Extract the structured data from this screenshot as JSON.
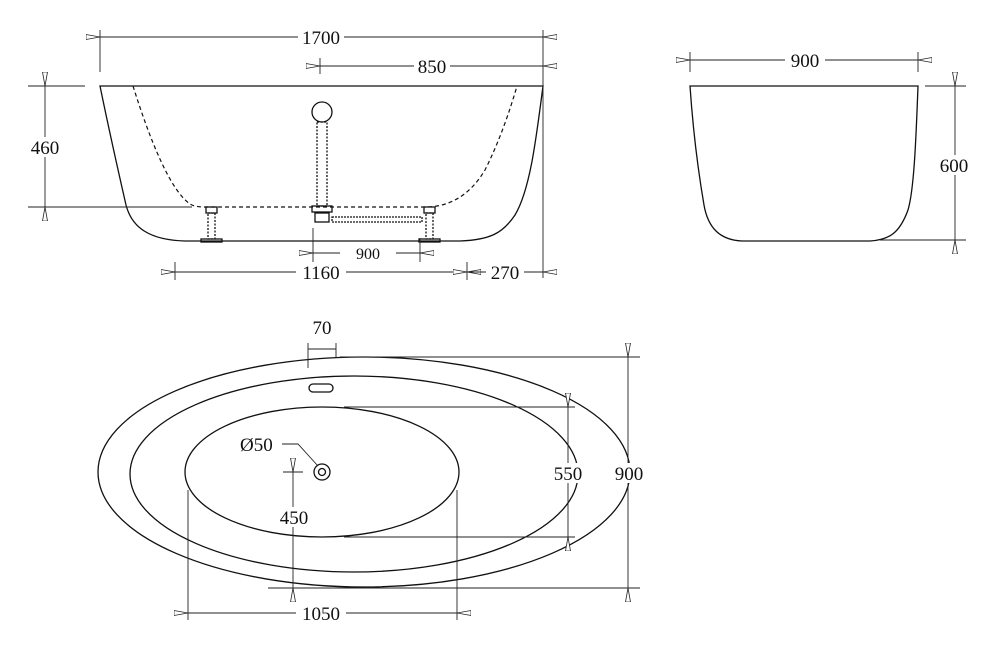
{
  "side_view": {
    "overall_length": "1700",
    "half_length": "850",
    "rim_height": "460",
    "drain_to_leg": "900",
    "leg_span": "1160",
    "end_offset": "270"
  },
  "end_view": {
    "width": "900",
    "height": "600"
  },
  "top_view": {
    "overflow_width": "70",
    "drain_diameter": "Ø50",
    "drain_offset": "450",
    "inner_width": "550",
    "overall_width": "900",
    "inner_length": "1050"
  },
  "colors": {
    "line": "#111111",
    "background": "#ffffff"
  }
}
